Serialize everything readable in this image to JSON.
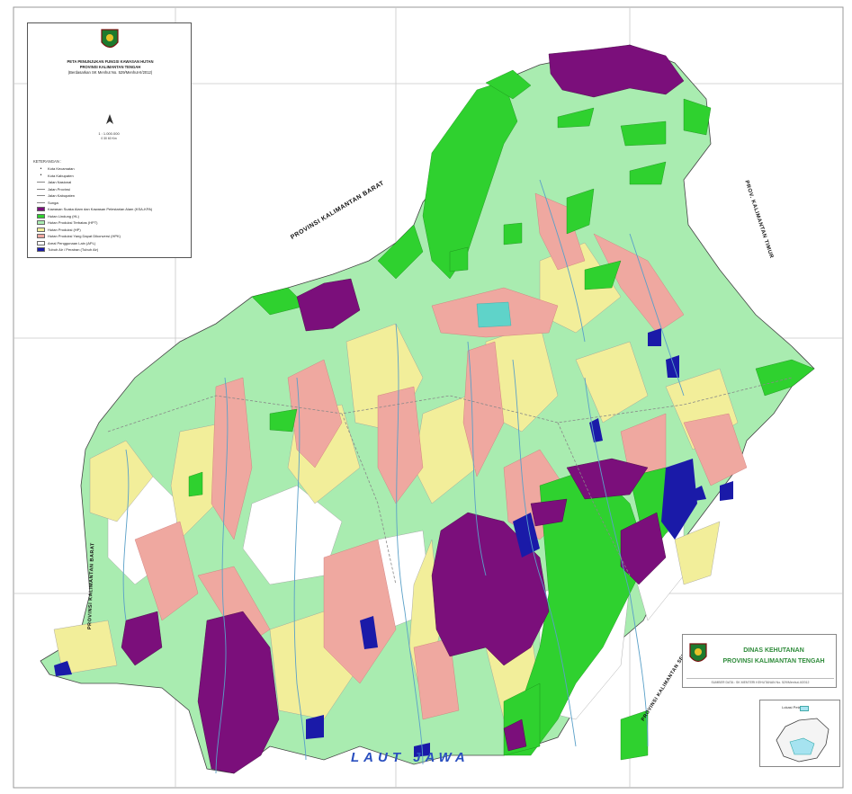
{
  "legend": {
    "title_line1": "PETA PENUNJUKAN FUNGSI KAWASAN HUTAN",
    "title_line2": "PROVINSI KALIMANTAN TENGAH",
    "title_line3": "(Berdasarkan SK Menhut No. 529/Menhut-II/2012)",
    "scale_text": "1 : 1.000.000",
    "scale_sub": "0    30    60 Km",
    "section_label": "KETERANGAN :",
    "items": [
      {
        "kind": "dot",
        "label": "Kota Kecamatan"
      },
      {
        "kind": "dot",
        "label": "Kota Kabupaten"
      },
      {
        "kind": "line",
        "label": "Jalan Nasional"
      },
      {
        "kind": "line",
        "label": "Jalan Provinsi"
      },
      {
        "kind": "line",
        "label": "Jalan Kabupaten"
      },
      {
        "kind": "line",
        "label": "Sungai"
      },
      {
        "kind": "swatch",
        "color": "#7b0f7b",
        "label": "Kawasan Suaka Alam dan Kawasan Pelestarian Alam (KSA-KPA)"
      },
      {
        "kind": "swatch",
        "color": "#2fd12f",
        "label": "Hutan Lindung (HL)"
      },
      {
        "kind": "swatch",
        "color": "#a9ecb0",
        "label": "Hutan Produksi Terbatas (HPT)"
      },
      {
        "kind": "swatch",
        "color": "#f2ee9a",
        "label": "Hutan Produksi (HP)"
      },
      {
        "kind": "swatch",
        "color": "#efa8a0",
        "label": "Hutan Produksi Yang Dapat Dikonversi (HPK)"
      },
      {
        "kind": "swatch",
        "color": "#ffffff",
        "label": "Areal Penggunaan Lain (APL)"
      },
      {
        "kind": "swatch",
        "color": "#1a1aa8",
        "label": "Tubuh Air / Perairan (Tubuh Air)"
      }
    ]
  },
  "labels": {
    "sea": "LAUT  JAWA",
    "prov_kalbar_n": "PROVINSI KALIMANTAN BARAT",
    "prov_kaltim": "PROV. KALIMANTAN TIMUR",
    "prov_kalbar_w": "PROVINSI KALIMANTAN BARAT",
    "prov_kalsel": "PROVINSI KALIMANTAN SELATAN"
  },
  "institution": {
    "line1": "DINAS KEHUTANAN",
    "line2": "PROVINSI KALIMANTAN TENGAH",
    "note": "SUMBER DATA : SK MENTERI KEHUTANAN No. 529/Menhut-II/2012"
  },
  "inset": {
    "label": "Lokasi Peta"
  },
  "colors": {
    "ksa_kpa": "#7b0f7b",
    "hutan_lindung": "#2fd12f",
    "hpt": "#a9ecb0",
    "hp": "#f2ee9a",
    "hpk": "#efa8a0",
    "apl": "#ffffff",
    "water": "#1a1aa8",
    "river": "#5aa0c8",
    "inset_highlight": "#a6e3f0"
  }
}
